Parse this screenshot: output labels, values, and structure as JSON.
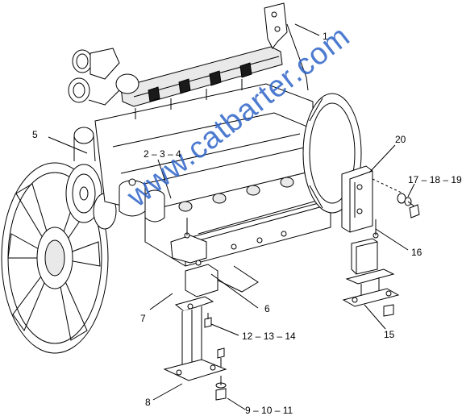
{
  "callouts": {
    "c1": "1",
    "c2": "2 – 3 – 4",
    "c5": "5",
    "c6": "6",
    "c7": "7",
    "c8": "8",
    "c9": "9 – 10 – 11",
    "c12": "12 – 13 – 14",
    "c15": "15",
    "c16": "16",
    "c17": "17 – 18 – 19",
    "c20": "20"
  },
  "watermark": "www.catbarter.com",
  "colors": {
    "watermark": "#2f64c8",
    "line": "#000000",
    "background": "#ffffff"
  }
}
